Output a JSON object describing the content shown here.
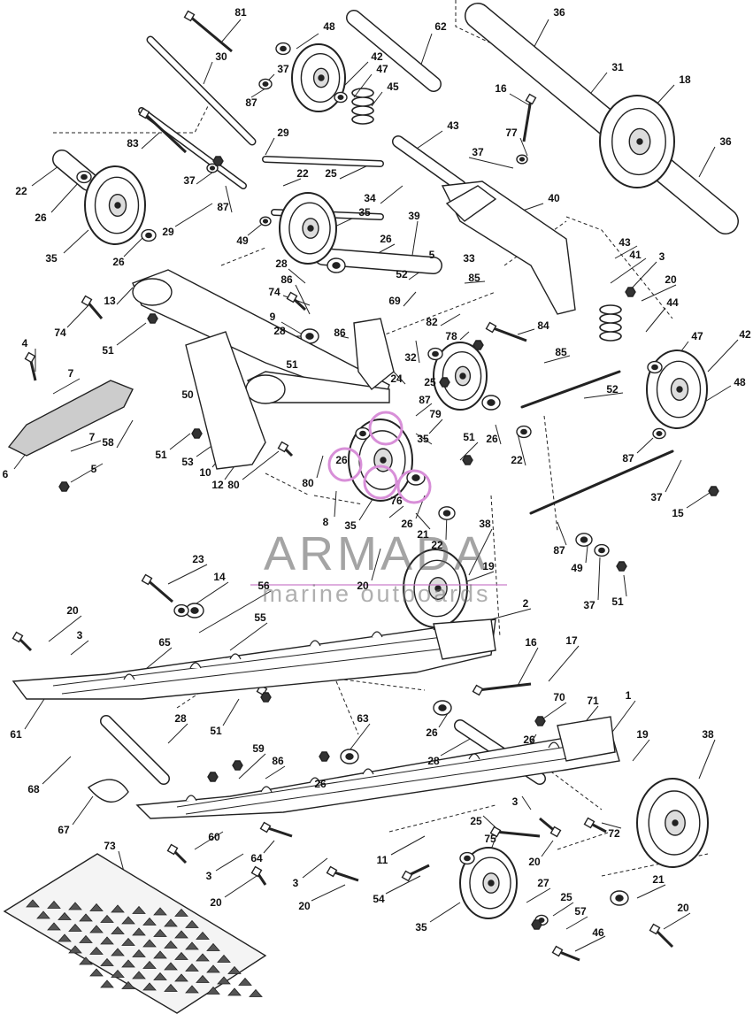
{
  "diagram": {
    "watermark": {
      "brand": "ARMADA",
      "subtitle": "marine outboards",
      "logo_color": "#d88fd8"
    },
    "line_color": "#222222",
    "callouts": [
      {
        "id": "c81",
        "label": "81"
      },
      {
        "id": "c48a",
        "label": "48"
      },
      {
        "id": "c62",
        "label": "62"
      },
      {
        "id": "c36a",
        "label": "36"
      },
      {
        "id": "c30",
        "label": "30"
      },
      {
        "id": "c37a",
        "label": "37"
      },
      {
        "id": "c42a",
        "label": "42"
      },
      {
        "id": "c47a",
        "label": "47"
      },
      {
        "id": "c31",
        "label": "31"
      },
      {
        "id": "c45",
        "label": "45"
      },
      {
        "id": "c16a",
        "label": "16"
      },
      {
        "id": "c18",
        "label": "18"
      },
      {
        "id": "c87a",
        "label": "87"
      },
      {
        "id": "c83",
        "label": "83"
      },
      {
        "id": "c29a",
        "label": "29"
      },
      {
        "id": "c43a",
        "label": "43"
      },
      {
        "id": "c77",
        "label": "77"
      },
      {
        "id": "c37b",
        "label": "37"
      },
      {
        "id": "c36b",
        "label": "36"
      },
      {
        "id": "c22a",
        "label": "22"
      },
      {
        "id": "c26a",
        "label": "26"
      },
      {
        "id": "c37c",
        "label": "37"
      },
      {
        "id": "c22b",
        "label": "22"
      },
      {
        "id": "c25a",
        "label": "25"
      },
      {
        "id": "c87b",
        "label": "87"
      },
      {
        "id": "c34",
        "label": "34"
      },
      {
        "id": "c40",
        "label": "40"
      },
      {
        "id": "c35a",
        "label": "35"
      },
      {
        "id": "c29b",
        "label": "29"
      },
      {
        "id": "c49a",
        "label": "49"
      },
      {
        "id": "c35b",
        "label": "35"
      },
      {
        "id": "c39",
        "label": "39"
      },
      {
        "id": "c26b",
        "label": "26"
      },
      {
        "id": "c26c",
        "label": "26"
      },
      {
        "id": "c5a",
        "label": "5"
      },
      {
        "id": "c33",
        "label": "33"
      },
      {
        "id": "c43b",
        "label": "43"
      },
      {
        "id": "c41",
        "label": "41"
      },
      {
        "id": "c3a",
        "label": "3"
      },
      {
        "id": "c28a",
        "label": "28"
      },
      {
        "id": "c52a",
        "label": "52"
      },
      {
        "id": "c85a",
        "label": "85"
      },
      {
        "id": "c20a",
        "label": "20"
      },
      {
        "id": "c86a",
        "label": "86"
      },
      {
        "id": "c74a",
        "label": "74"
      },
      {
        "id": "c13",
        "label": "13"
      },
      {
        "id": "c69",
        "label": "69"
      },
      {
        "id": "c44",
        "label": "44"
      },
      {
        "id": "c9",
        "label": "9"
      },
      {
        "id": "c28b",
        "label": "28"
      },
      {
        "id": "c86b",
        "label": "86"
      },
      {
        "id": "c82",
        "label": "82"
      },
      {
        "id": "c84",
        "label": "84"
      },
      {
        "id": "c74b",
        "label": "74"
      },
      {
        "id": "c78",
        "label": "78"
      },
      {
        "id": "c47b",
        "label": "47"
      },
      {
        "id": "c42b",
        "label": "42"
      },
      {
        "id": "c51a",
        "label": "51"
      },
      {
        "id": "c4",
        "label": "4"
      },
      {
        "id": "c51b",
        "label": "51"
      },
      {
        "id": "c32",
        "label": "32"
      },
      {
        "id": "c85b",
        "label": "85"
      },
      {
        "id": "c7a",
        "label": "7"
      },
      {
        "id": "c24",
        "label": "24"
      },
      {
        "id": "c25b",
        "label": "25"
      },
      {
        "id": "c52b",
        "label": "52"
      },
      {
        "id": "c48b",
        "label": "48"
      },
      {
        "id": "c50",
        "label": "50"
      },
      {
        "id": "c87c",
        "label": "87"
      },
      {
        "id": "c79",
        "label": "79"
      },
      {
        "id": "c51c",
        "label": "51"
      },
      {
        "id": "c26d",
        "label": "26"
      },
      {
        "id": "c22c",
        "label": "22"
      },
      {
        "id": "c58a",
        "label": "58"
      },
      {
        "id": "c7b",
        "label": "7"
      },
      {
        "id": "c51d",
        "label": "51"
      },
      {
        "id": "c53",
        "label": "53"
      },
      {
        "id": "c10",
        "label": "10"
      },
      {
        "id": "c12",
        "label": "12"
      },
      {
        "id": "c80a",
        "label": "80"
      },
      {
        "id": "c6",
        "label": "6"
      },
      {
        "id": "c26e",
        "label": "26"
      },
      {
        "id": "c35c",
        "label": "35"
      },
      {
        "id": "c87d",
        "label": "87"
      },
      {
        "id": "c37d",
        "label": "37"
      },
      {
        "id": "c5b",
        "label": "5"
      },
      {
        "id": "c80b",
        "label": "80"
      },
      {
        "id": "c8",
        "label": "8"
      },
      {
        "id": "c76",
        "label": "76"
      },
      {
        "id": "c15",
        "label": "15"
      },
      {
        "id": "c35d",
        "label": "35"
      },
      {
        "id": "c26f",
        "label": "26"
      },
      {
        "id": "c21a",
        "label": "21"
      },
      {
        "id": "c22d",
        "label": "22"
      },
      {
        "id": "c38a",
        "label": "38"
      },
      {
        "id": "c87e",
        "label": "87"
      },
      {
        "id": "c49b",
        "label": "49"
      },
      {
        "id": "c23",
        "label": "23"
      },
      {
        "id": "c20b",
        "label": "20"
      },
      {
        "id": "c19a",
        "label": "19"
      },
      {
        "id": "c14",
        "label": "14"
      },
      {
        "id": "c37e",
        "label": "37"
      },
      {
        "id": "c51e",
        "label": "51"
      },
      {
        "id": "c56",
        "label": "56"
      },
      {
        "id": "c20c",
        "label": "20"
      },
      {
        "id": "c2",
        "label": "2"
      },
      {
        "id": "c3b",
        "label": "3"
      },
      {
        "id": "c55",
        "label": "55"
      },
      {
        "id": "c65",
        "label": "65"
      },
      {
        "id": "c16b",
        "label": "16"
      },
      {
        "id": "c17",
        "label": "17"
      },
      {
        "id": "c70",
        "label": "70"
      },
      {
        "id": "c71",
        "label": "71"
      },
      {
        "id": "c1",
        "label": "1"
      },
      {
        "id": "c61",
        "label": "61"
      },
      {
        "id": "c51f",
        "label": "51"
      },
      {
        "id": "c28c",
        "label": "28"
      },
      {
        "id": "c63",
        "label": "63"
      },
      {
        "id": "c26g",
        "label": "26"
      },
      {
        "id": "c26h",
        "label": "26"
      },
      {
        "id": "c28d",
        "label": "28"
      },
      {
        "id": "c19b",
        "label": "19"
      },
      {
        "id": "c38b",
        "label": "38"
      },
      {
        "id": "c59",
        "label": "59"
      },
      {
        "id": "c86c",
        "label": "86"
      },
      {
        "id": "c68",
        "label": "68"
      },
      {
        "id": "c26i",
        "label": "26"
      },
      {
        "id": "c3c",
        "label": "3"
      },
      {
        "id": "c67",
        "label": "67"
      },
      {
        "id": "c25c",
        "label": "25"
      },
      {
        "id": "c72",
        "label": "72"
      },
      {
        "id": "c11",
        "label": "11"
      },
      {
        "id": "c60",
        "label": "60"
      },
      {
        "id": "c75",
        "label": "75"
      },
      {
        "id": "c20d",
        "label": "20"
      },
      {
        "id": "c73",
        "label": "73"
      },
      {
        "id": "c64",
        "label": "64"
      },
      {
        "id": "c3d",
        "label": "3"
      },
      {
        "id": "c3e",
        "label": "3"
      },
      {
        "id": "c20e",
        "label": "20"
      },
      {
        "id": "c20f",
        "label": "20"
      },
      {
        "id": "c54",
        "label": "54"
      },
      {
        "id": "c27",
        "label": "27"
      },
      {
        "id": "c25d",
        "label": "25"
      },
      {
        "id": "c21b",
        "label": "21"
      },
      {
        "id": "c20g",
        "label": "20"
      },
      {
        "id": "c57",
        "label": "57"
      },
      {
        "id": "c35e",
        "label": "35"
      },
      {
        "id": "c46",
        "label": "46"
      }
    ]
  }
}
